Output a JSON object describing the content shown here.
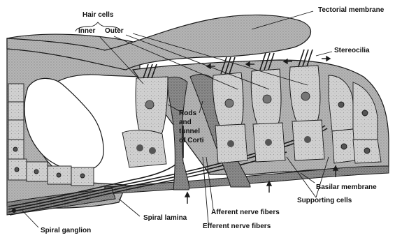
{
  "diagram": {
    "labels": {
      "hair_cells": "Hair cells",
      "inner": "Inner",
      "outer": "Outer",
      "tectorial_membrane": "Tectorial membrane",
      "stereocilia": "Stereocilia",
      "rods_and_tunnel": [
        "Rods",
        "and",
        "tunnel",
        "of Corti"
      ],
      "basilar_membrane": "Basilar membrane",
      "supporting_cells": "Supporting cells",
      "afferent_nerve_fibers": "Afferent nerve fibers",
      "efferent_nerve_fibers": "Efferent nerve fibers",
      "spiral_lamina": "Spiral lamina",
      "spiral_ganglion": "Spiral ganglion"
    },
    "colors": {
      "ink": "#1a1a1a",
      "tissue_light": "#bdbdbd",
      "tissue_mid": "#9a9a9a",
      "tissue_dark": "#6e6e6e",
      "membrane": "#a8a8a8",
      "background": "#ffffff"
    }
  }
}
